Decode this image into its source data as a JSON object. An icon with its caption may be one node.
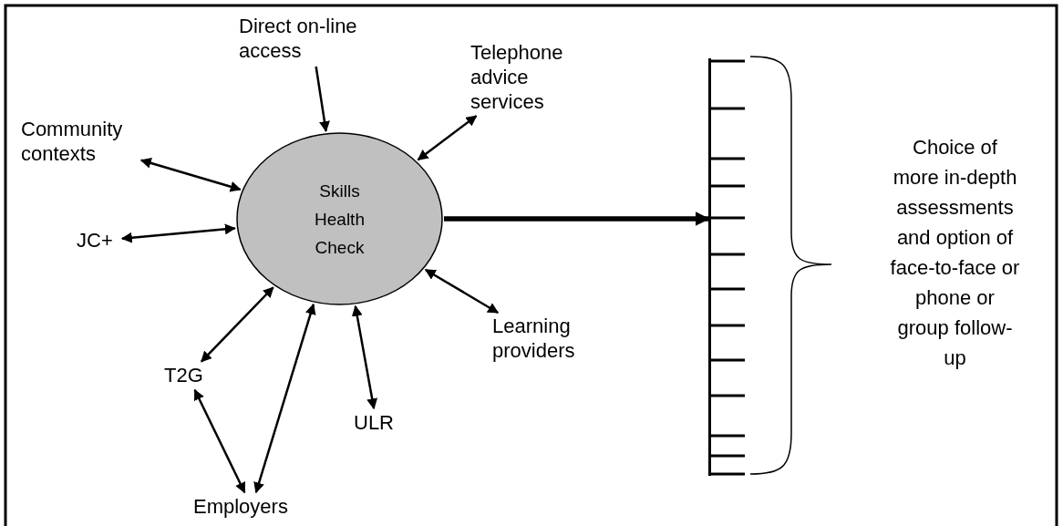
{
  "diagram": {
    "nodes": [
      {
        "text": [
          "Skills Health Check"
        ]
      },
      {
        "text": [
          "Direct on-line access"
        ]
      },
      {
        "text": [
          "Telephone advice services"
        ]
      },
      {
        "text": [
          "Community contexts"
        ]
      },
      {
        "text": [
          "JC+"
        ]
      },
      {
        "text": [
          "T2G"
        ]
      },
      {
        "text": [
          "Employers"
        ]
      },
      {
        "text": [
          "ULR"
        ]
      },
      {
        "text": [
          "Learning providers"
        ]
      },
      {
        "text": [],
        "shape": "bar"
      }
    ],
    "edges": [
      {
        "from": 1,
        "to": 0,
        "arrow": "to"
      },
      {
        "from": 0,
        "to": 2,
        "arrow": "both"
      },
      {
        "from": 3,
        "to": 0,
        "arrow": "both"
      },
      {
        "from": 4,
        "to": 0,
        "arrow": "both"
      },
      {
        "from": 5,
        "to": 0,
        "arrow": "both"
      },
      {
        "from": 6,
        "to": 0,
        "arrow": "both"
      },
      {
        "from": 5,
        "to": 6,
        "arrow": "both"
      },
      {
        "from": 7,
        "to": 0,
        "arrow": "both"
      },
      {
        "from": 8,
        "to": 0,
        "arrow": "both"
      },
      {
        "from": 0,
        "to": 9,
        "arrow": "to",
        "style": "thick"
      }
    ],
    "labels": [
      "Choice of more in-depth assessments and option of face-to-face or phone or group follow-up"
    ]
  }
}
